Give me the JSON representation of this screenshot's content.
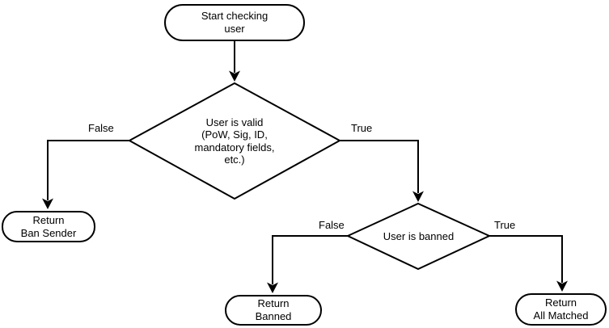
{
  "diagram": {
    "type": "flowchart",
    "background_color": "#ffffff",
    "stroke_color": "#000000",
    "text_color": "#000000",
    "nodes": {
      "start": {
        "shape": "terminator",
        "label": "Start checking user",
        "lines": [
          "Start checking",
          "user"
        ]
      },
      "check_valid": {
        "shape": "decision",
        "label": "User is valid (PoW, Sig, ID, mandatory fields, etc.)",
        "lines": [
          "User is valid",
          "(PoW, Sig, ID,",
          "mandatory fields,",
          "etc.)"
        ]
      },
      "return_ban_sender": {
        "shape": "terminator",
        "label": "Return Ban Sender",
        "lines": [
          "Return",
          "Ban Sender"
        ]
      },
      "check_banned": {
        "shape": "decision",
        "label": "User is banned",
        "lines": [
          "User is banned"
        ]
      },
      "return_banned": {
        "shape": "terminator",
        "label": "Return Banned",
        "lines": [
          "Return",
          "Banned"
        ]
      },
      "return_all_matched": {
        "shape": "terminator",
        "label": "Return All Matched",
        "lines": [
          "Return",
          "All Matched"
        ]
      }
    },
    "edges": {
      "start_to_valid": {
        "from": "start",
        "to": "check_valid",
        "label": ""
      },
      "valid_false": {
        "from": "check_valid",
        "to": "return_ban_sender",
        "label": "False"
      },
      "valid_true": {
        "from": "check_valid",
        "to": "check_banned",
        "label": "True"
      },
      "banned_false": {
        "from": "check_banned",
        "to": "return_banned",
        "label": "False"
      },
      "banned_true": {
        "from": "check_banned",
        "to": "return_all_matched",
        "label": "True"
      }
    }
  }
}
